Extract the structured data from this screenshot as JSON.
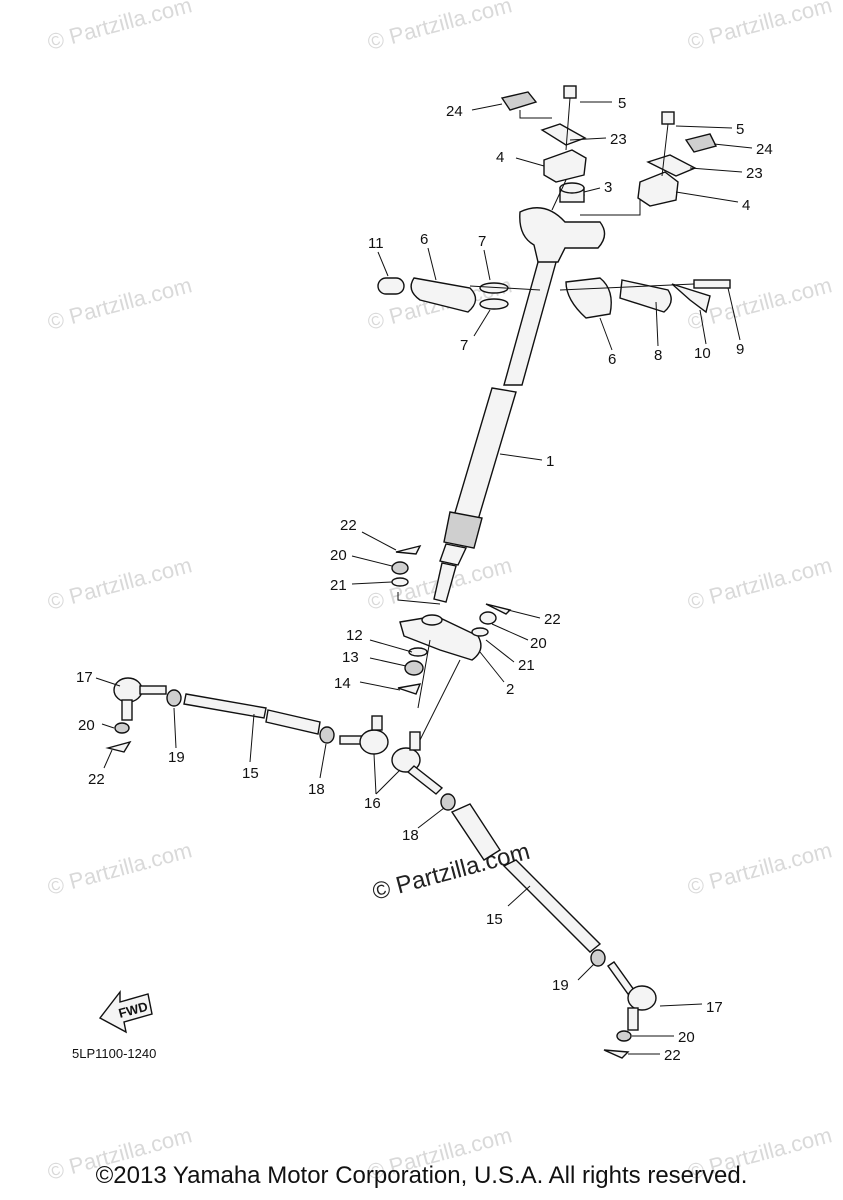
{
  "watermark": "© Partzilla.com",
  "center_watermark": "© Partzilla.com",
  "part_code": "5LP1100-1240",
  "fwd_label": "FWD",
  "copyright": "©2013 Yamaha Motor Corporation, U.S.A. All rights reserved.",
  "callouts": {
    "c24a": "24",
    "c5a": "5",
    "c23a": "23",
    "c4a": "4",
    "c3": "3",
    "c5b": "5",
    "c24b": "24",
    "c23b": "23",
    "c4b": "4",
    "c11": "11",
    "c6a": "6",
    "c7a": "7",
    "c7b": "7",
    "c6b": "6",
    "c8": "8",
    "c10": "10",
    "c9": "9",
    "c1": "1",
    "c22a": "22",
    "c20a": "20",
    "c21a": "21",
    "c22b": "22",
    "c20b": "20",
    "c21b": "21",
    "c12": "12",
    "c13": "13",
    "c14": "14",
    "c2": "2",
    "c17a": "17",
    "c20c": "20",
    "c22c": "22",
    "c19a": "19",
    "c15a": "15",
    "c18a": "18",
    "c16": "16",
    "c18b": "18",
    "c15b": "15",
    "c19b": "19",
    "c17b": "17",
    "c20d": "20",
    "c22d": "22"
  }
}
